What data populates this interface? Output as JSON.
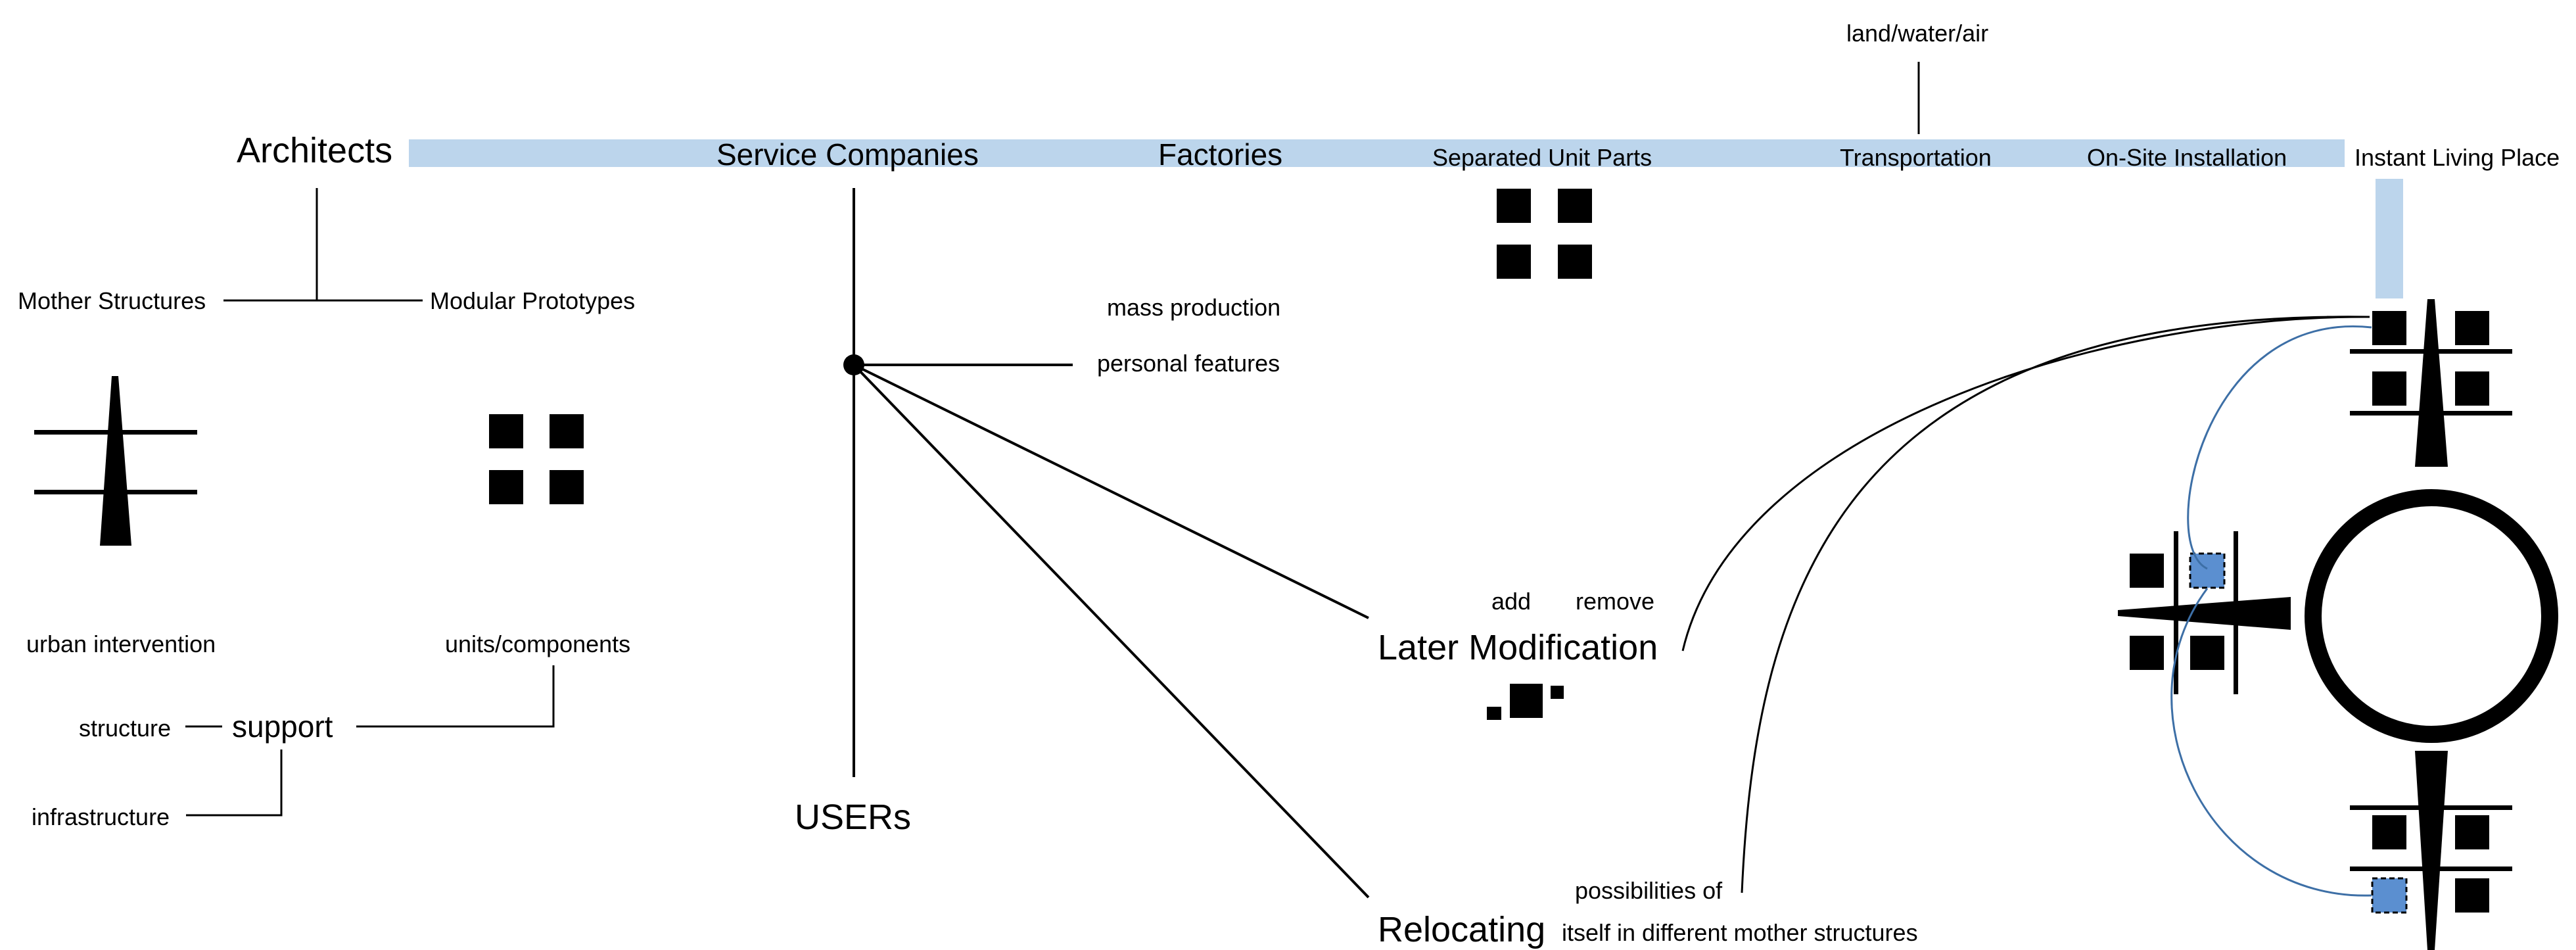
{
  "diagram": {
    "top_bar": {
      "architects": "Architects",
      "service_companies": "Service Companies",
      "factories": "Factories",
      "separated_unit_parts": "Separated Unit Parts",
      "transportation": "Transportation",
      "on_site_installation": "On-Site Installation",
      "instant_living_place": "Instant Living Place",
      "transport_modes": "land/water/air"
    },
    "architects_branch": {
      "mother_structures": "Mother Structures",
      "modular_prototypes": "Modular Prototypes",
      "urban_intervention": "urban intervention",
      "units_components": "units/components",
      "structure": "structure",
      "support": "support",
      "infrastructure": "infrastructure"
    },
    "users_branch": {
      "users": "USERs",
      "mass_production": "mass production",
      "personal_features": "personal features"
    },
    "modification": {
      "add": "add",
      "remove": "remove",
      "later_modification": "Later Modification",
      "relocating": "Relocating",
      "possibilities_of": "possibilities of",
      "itself_in": "itself in different mother structures"
    },
    "colors": {
      "bar_blue": "#bcd5ec",
      "unit_blue": "#5b8fd0",
      "curve_blue": "#3d6fa6",
      "ink": "#000000"
    }
  }
}
